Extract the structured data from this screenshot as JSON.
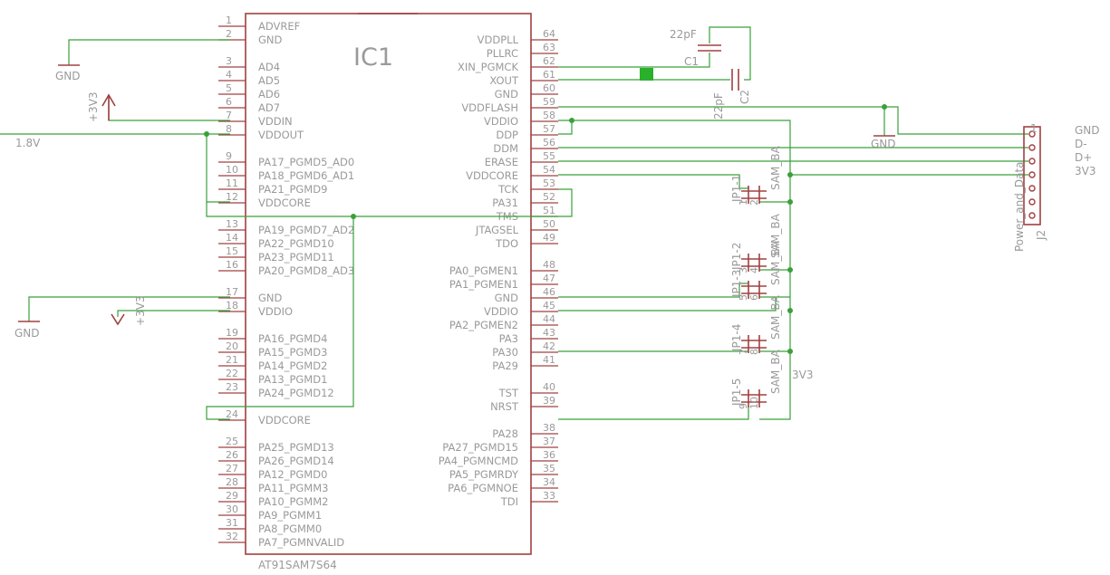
{
  "ic": {
    "name": "IC1",
    "value": "AT91SAM7S64",
    "left_pins": [
      {
        "num": "1",
        "name": "ADVREF"
      },
      {
        "num": "2",
        "name": "GND"
      },
      {
        "num": "3",
        "name": "AD4"
      },
      {
        "num": "4",
        "name": "AD5"
      },
      {
        "num": "5",
        "name": "AD6"
      },
      {
        "num": "6",
        "name": "AD7"
      },
      {
        "num": "7",
        "name": "VDDIN"
      },
      {
        "num": "8",
        "name": "VDDOUT"
      },
      {
        "num": "9",
        "name": "PA17_PGMD5_AD0"
      },
      {
        "num": "10",
        "name": "PA18_PGMD6_AD1"
      },
      {
        "num": "11",
        "name": "PA21_PGMD9"
      },
      {
        "num": "12",
        "name": "VDDCORE"
      },
      {
        "num": "13",
        "name": "PA19_PGMD7_AD2"
      },
      {
        "num": "14",
        "name": "PA22_PGMD10"
      },
      {
        "num": "15",
        "name": "PA23_PGMD11"
      },
      {
        "num": "16",
        "name": "PA20_PGMD8_AD3"
      },
      {
        "num": "17",
        "name": "GND"
      },
      {
        "num": "18",
        "name": "VDDIO"
      },
      {
        "num": "19",
        "name": "PA16_PGMD4"
      },
      {
        "num": "20",
        "name": "PA15_PGMD3"
      },
      {
        "num": "21",
        "name": "PA14_PGMD2"
      },
      {
        "num": "22",
        "name": "PA13_PGMD1"
      },
      {
        "num": "23",
        "name": "PA24_PGMD12"
      },
      {
        "num": "24",
        "name": "VDDCORE"
      },
      {
        "num": "25",
        "name": "PA25_PGMD13"
      },
      {
        "num": "26",
        "name": "PA26_PGMD14"
      },
      {
        "num": "27",
        "name": "PA12_PGMD0"
      },
      {
        "num": "28",
        "name": "PA11_PGMM3"
      },
      {
        "num": "29",
        "name": "PA10_PGMM2"
      },
      {
        "num": "30",
        "name": "PA9_PGMM1"
      },
      {
        "num": "31",
        "name": "PA8_PGMM0"
      },
      {
        "num": "32",
        "name": "PA7_PGMNVALID"
      }
    ],
    "right_pins": [
      {
        "num": "64",
        "name": "VDDPLL"
      },
      {
        "num": "63",
        "name": "PLLRC"
      },
      {
        "num": "62",
        "name": "XIN_PGMCK"
      },
      {
        "num": "61",
        "name": "XOUT"
      },
      {
        "num": "60",
        "name": "GND"
      },
      {
        "num": "59",
        "name": "VDDFLASH"
      },
      {
        "num": "58",
        "name": "VDDIO"
      },
      {
        "num": "57",
        "name": "DDP"
      },
      {
        "num": "56",
        "name": "DDM"
      },
      {
        "num": "55",
        "name": "ERASE"
      },
      {
        "num": "54",
        "name": "VDDCORE"
      },
      {
        "num": "53",
        "name": "TCK"
      },
      {
        "num": "52",
        "name": "PA31"
      },
      {
        "num": "51",
        "name": "TMS"
      },
      {
        "num": "50",
        "name": "JTAGSEL"
      },
      {
        "num": "49",
        "name": "TDO"
      },
      {
        "num": "48",
        "name": "PA0_PGMEN1"
      },
      {
        "num": "47",
        "name": "PA1_PGMEN1"
      },
      {
        "num": "46",
        "name": "GND"
      },
      {
        "num": "45",
        "name": "VDDIO"
      },
      {
        "num": "44",
        "name": "PA2_PGMEN2"
      },
      {
        "num": "43",
        "name": "PA3"
      },
      {
        "num": "42",
        "name": "PA30"
      },
      {
        "num": "41",
        "name": "PA29"
      },
      {
        "num": "40",
        "name": "TST"
      },
      {
        "num": "39",
        "name": "NRST"
      },
      {
        "num": "38",
        "name": "PA28"
      },
      {
        "num": "37",
        "name": "PA27_PGMD15"
      },
      {
        "num": "36",
        "name": "PA4_PGMNCMD"
      },
      {
        "num": "35",
        "name": "PA5_PGMRDY"
      },
      {
        "num": "34",
        "name": "PA6_PGMNOE"
      },
      {
        "num": "33",
        "name": "TDI"
      }
    ]
  },
  "power_labels": {
    "gnd_left_top": "GND",
    "gnd_left_bottom": "GND",
    "gnd_right": "GND",
    "v33_top": "+3V3",
    "v33_mid": "+3V3",
    "net_1v8": "1.8V",
    "net_3v3": "3V3"
  },
  "caps": {
    "c1_name": "C1",
    "c1_value": "22pF",
    "c2_name": "C2",
    "c2_value": "22pF"
  },
  "jumpers": [
    {
      "name": "JP1-1",
      "pin_a": "1",
      "pin_b": "2",
      "label": "SAM_BA"
    },
    {
      "name": "JP1-2",
      "pin_a": "3",
      "pin_b": "4",
      "label": "SAM_BA"
    },
    {
      "name": "JP1-3",
      "pin_a": "5",
      "pin_b": "6",
      "label": "SAM_BA"
    },
    {
      "name": "JP1-4",
      "pin_a": "7",
      "pin_b": "8",
      "label": "SAM_BA"
    },
    {
      "name": "JP1-5",
      "pin_a": "9",
      "pin_b": "10",
      "label": "SAM_BA"
    }
  ],
  "connector": {
    "name": "J2",
    "value": "Power_and_Data",
    "pin1": "1",
    "signals": [
      "GND",
      "D-",
      "D+",
      "3V3"
    ]
  },
  "colors": {
    "part": "#a04040",
    "wire": "#3aa03a",
    "text": "#9a9a9a"
  }
}
